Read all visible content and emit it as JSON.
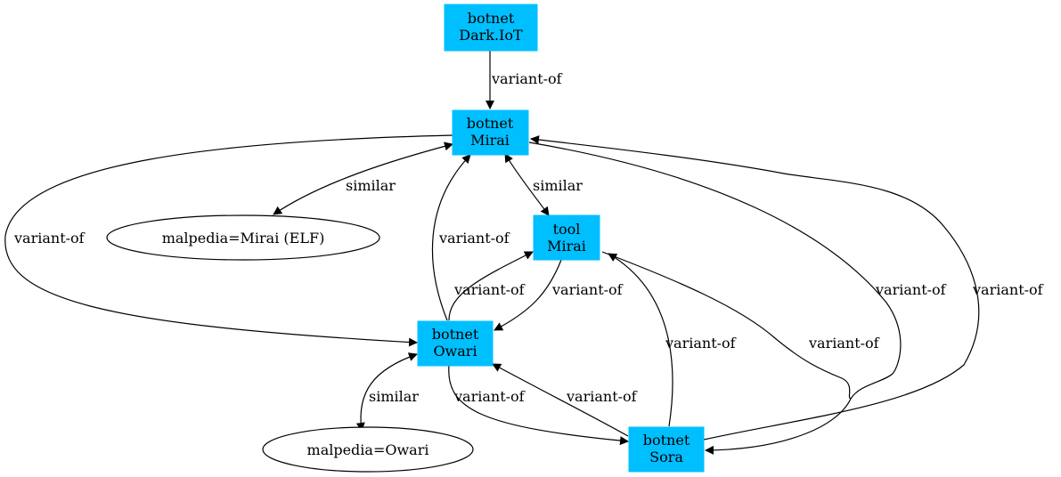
{
  "nodes": {
    "dark_iot": {
      "line1": "botnet",
      "line2": "Dark.IoT"
    },
    "botnet_mirai": {
      "line1": "botnet",
      "line2": "Mirai"
    },
    "tool_mirai": {
      "line1": "tool",
      "line2": "Mirai"
    },
    "botnet_owari": {
      "line1": "botnet",
      "line2": "Owari"
    },
    "botnet_sora": {
      "line1": "botnet",
      "line2": "Sora"
    },
    "malpedia_mirai": {
      "label": "malpedia=Mirai (ELF)"
    },
    "malpedia_owari": {
      "label": "malpedia=Owari"
    }
  },
  "edges": {
    "darkiot_to_mirai": "variant-of",
    "mirai_malpedia_similar": "similar",
    "mirai_tool_similar": "similar",
    "mirai_to_owari_left": "variant-of",
    "owari_to_mirai": "variant-of",
    "owari_to_tool": "variant-of",
    "tool_to_owari": "variant-of",
    "sora_to_tool": "variant-of",
    "sora_to_mirai": "variant-of",
    "mirai_to_sora": "variant-of",
    "tool_to_sora": "variant-of",
    "sora_to_owari": "variant-of",
    "owari_to_sora": "variant-of",
    "owari_malpedia_similar": "similar"
  }
}
